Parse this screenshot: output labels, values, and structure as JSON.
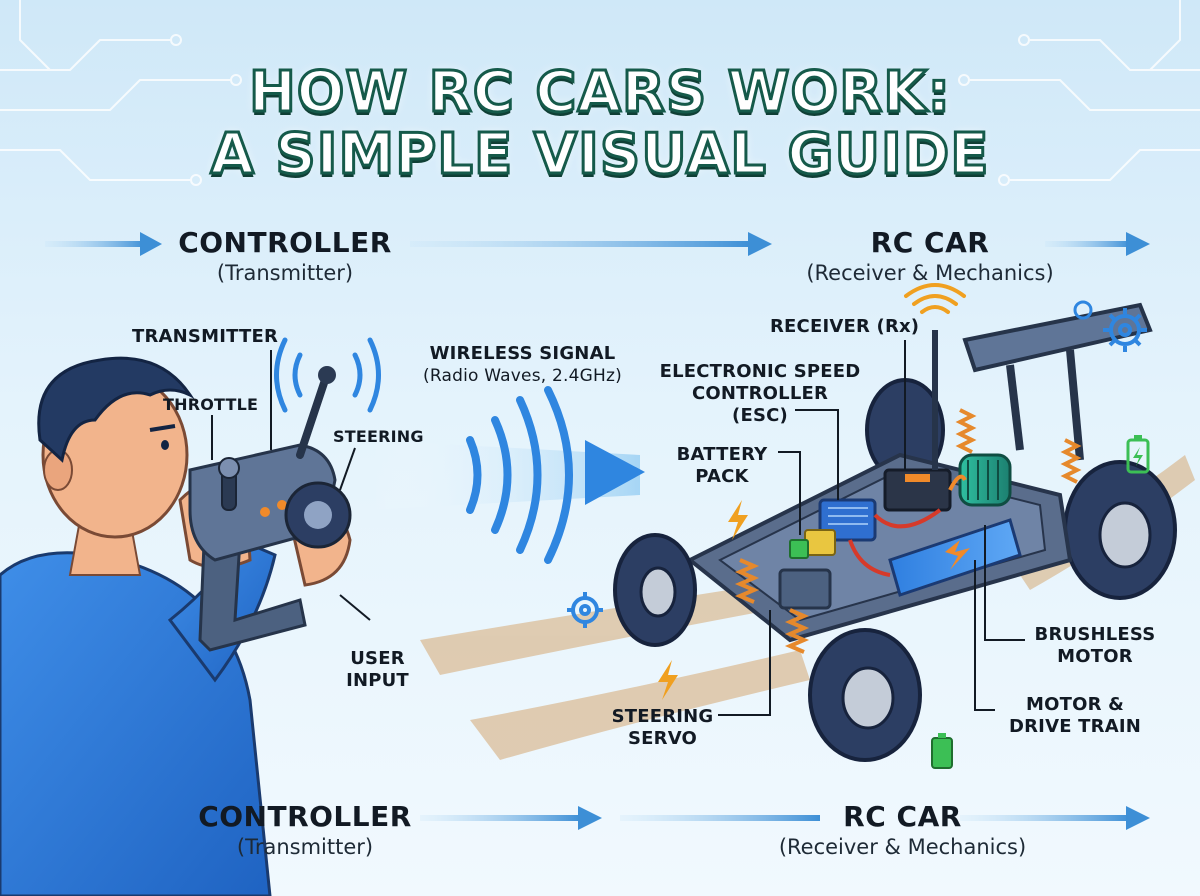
{
  "title": {
    "line1": "HOW RC CARS WORK:",
    "line2": "A SIMPLE VISUAL GUIDE"
  },
  "top_headers": {
    "controller": {
      "title": "CONTROLLER",
      "subtitle": "(Transmitter)"
    },
    "car": {
      "title": "RC CAR",
      "subtitle": "(Receiver & Mechanics)"
    }
  },
  "bottom_headers": {
    "controller": {
      "title": "CONTROLLER",
      "subtitle": "(Transmitter)"
    },
    "car": {
      "title": "RC CAR",
      "subtitle": "(Receiver & Mechanics)"
    }
  },
  "labels": {
    "transmitter": "TRANSMITTER",
    "throttle": "THROTTLE",
    "steering": "STEERING",
    "user_input_1": "USER",
    "user_input_2": "INPUT",
    "wireless_signal": "WIRELESS SIGNAL",
    "wireless_sub": "(Radio Waves, 2.4GHz)",
    "receiver": "RECEIVER (Rx)",
    "esc_1": "ELECTRONIC SPEED",
    "esc_2": "CONTROLLER",
    "esc_3": "(ESC)",
    "battery_1": "BATTERY",
    "battery_2": "PACK",
    "brushless_1": "BRUSHLESS",
    "brushless_2": "MOTOR",
    "drivetrain_1": "MOTOR &",
    "drivetrain_2": "DRIVE TRAIN",
    "servo_1": "STEERING",
    "servo_2": "SERVO"
  },
  "colors": {
    "title_stroke": "#155a4a",
    "arrow_blue": "#3d8fd6",
    "signal_blue": "#2f86e0",
    "chassis": "#4c6180",
    "wheel": "#2c3e63",
    "spring": "#e6892c",
    "bolt": "#f0a020",
    "battery_green": "#3cbf55"
  },
  "icons": [
    "gear-icon",
    "lightning-icon",
    "battery-icon",
    "wifi-icon",
    "radio-wave-icon"
  ]
}
